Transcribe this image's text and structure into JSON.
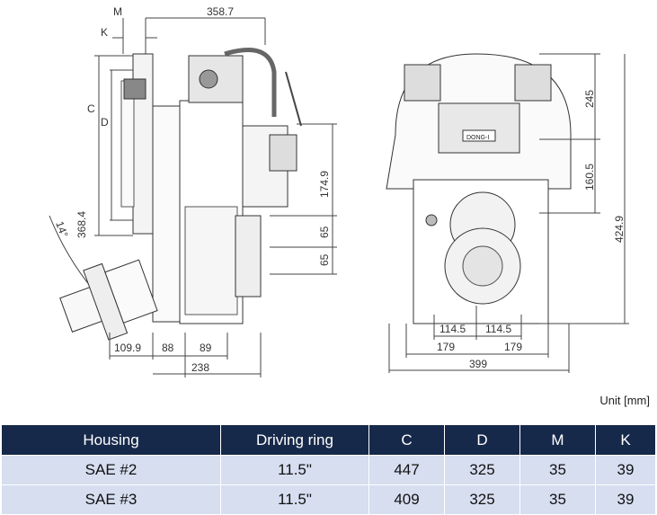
{
  "dimensions": {
    "top_width": "358.7",
    "m": "M",
    "k": "K",
    "c": "C",
    "d": "D",
    "h368": "368.4",
    "angle": "14°",
    "h174": "174.9",
    "h65a": "65",
    "h65b": "65",
    "w109": "109.9",
    "w88": "88",
    "w89": "89",
    "w238": "238",
    "h245": "245",
    "h160": "160.5",
    "h424": "424.9",
    "w114a": "114.5",
    "w114b": "114.5",
    "w179a": "179",
    "w179b": "179",
    "w399": "399",
    "plate": "DONG-I"
  },
  "unit_note": "Unit [mm]",
  "table": {
    "headers": [
      "Housing",
      "Driving ring",
      "C",
      "D",
      "M",
      "K"
    ],
    "rows": [
      [
        "SAE  #2",
        "11.5\"",
        "447",
        "325",
        "35",
        "39"
      ],
      [
        "SAE  #3",
        "11.5\"",
        "409",
        "325",
        "35",
        "39"
      ]
    ]
  }
}
